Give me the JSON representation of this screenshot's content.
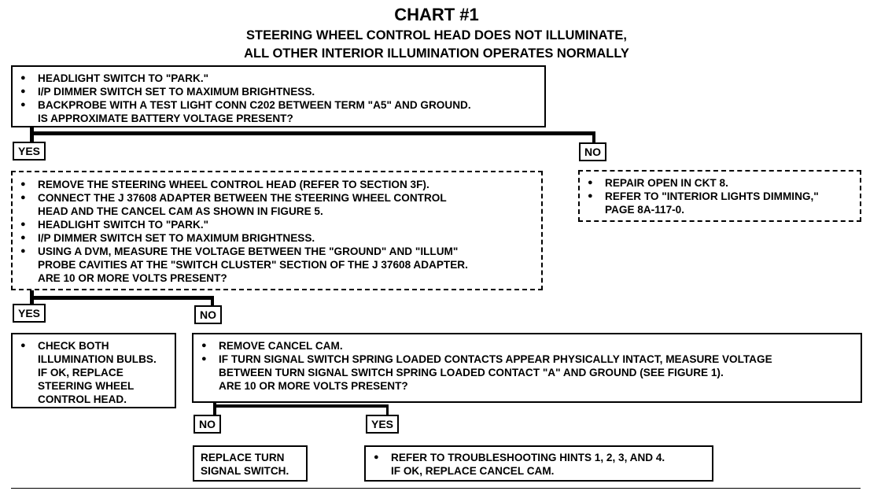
{
  "chart": {
    "title": "CHART #1",
    "subtitle_line1": "STEERING WHEEL CONTROL HEAD DOES NOT ILLUMINATE,",
    "subtitle_line2": "ALL OTHER INTERIOR ILLUMINATION OPERATES NORMALLY"
  },
  "step1": {
    "items": [
      "HEADLIGHT SWITCH TO \"PARK.\"",
      "I/P DIMMER SWITCH SET TO MAXIMUM BRIGHTNESS.",
      "BACKPROBE WITH A TEST LIGHT CONN C202 BETWEEN TERM \"A5\" AND GROUND.",
      "IS APPROXIMATE BATTERY VOLTAGE PRESENT?"
    ],
    "yes_label": "YES",
    "no_label": "NO"
  },
  "step1_no": {
    "items": [
      "REPAIR OPEN IN CKT 8.",
      "REFER TO \"INTERIOR LIGHTS DIMMING,\"",
      "PAGE 8A-117-0."
    ]
  },
  "step2": {
    "items": [
      "REMOVE THE STEERING WHEEL CONTROL HEAD (REFER TO SECTION 3F).",
      "CONNECT THE J 37608 ADAPTER BETWEEN THE STEERING WHEEL CONTROL",
      "HEAD AND THE CANCEL CAM AS SHOWN IN FIGURE 5.",
      "HEADLIGHT SWITCH TO \"PARK.\"",
      "I/P DIMMER SWITCH SET TO MAXIMUM BRIGHTNESS.",
      "USING A DVM, MEASURE THE VOLTAGE BETWEEN THE \"GROUND\" AND \"ILLUM\"",
      "PROBE CAVITIES AT THE \"SWITCH CLUSTER\" SECTION OF THE J 37608 ADAPTER.",
      "ARE 10 OR MORE VOLTS PRESENT?"
    ],
    "yes_label": "YES",
    "no_label": "NO"
  },
  "step2_yes": {
    "items": [
      "CHECK BOTH",
      "ILLUMINATION BULBS.",
      "IF OK, REPLACE",
      "STEERING WHEEL",
      "CONTROL HEAD."
    ]
  },
  "step3": {
    "items": [
      "REMOVE CANCEL CAM.",
      "IF TURN SIGNAL SWITCH SPRING LOADED CONTACTS APPEAR PHYSICALLY INTACT, MEASURE VOLTAGE",
      "BETWEEN TURN SIGNAL SWITCH SPRING LOADED CONTACT \"A\" AND GROUND (SEE FIGURE 1).",
      "ARE 10 OR MORE VOLTS PRESENT?"
    ],
    "no_label": "NO",
    "yes_label": "YES"
  },
  "step3_no": {
    "lines": [
      "REPLACE TURN",
      "SIGNAL SWITCH."
    ]
  },
  "step3_yes": {
    "items": [
      "REFER TO TROUBLESHOOTING HINTS 1, 2, 3, AND 4.",
      "IF OK, REPLACE CANCEL CAM."
    ]
  }
}
